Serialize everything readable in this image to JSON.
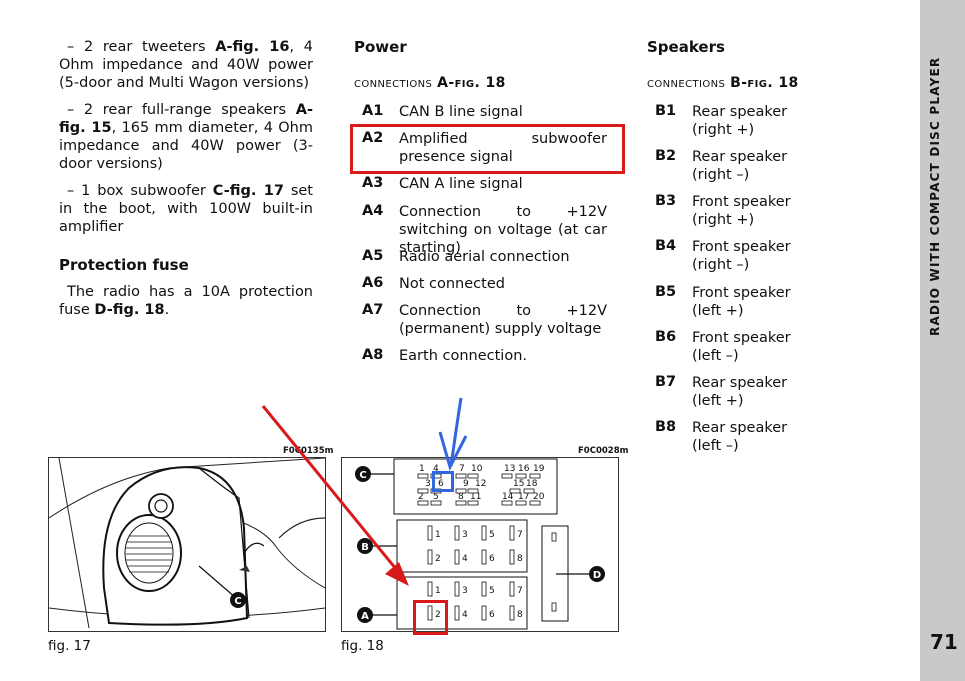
{
  "left_column": {
    "item1": {
      "prefix": "– 2 rear tweeters ",
      "ref": "A-fig. 16",
      "text": ", 4 Ohm impedance and 40W power (5-door and Multi Wagon versions)"
    },
    "item2": {
      "prefix": "– 2 rear full-range speakers ",
      "ref": "A-fig. 15",
      "text": ", 165 mm diameter, 4 Ohm impedance and 40W power (3-door versions)"
    },
    "item3": {
      "prefix": "– 1 box subwoofer ",
      "ref": "C-fig. 17",
      "text": " set in the boot, with 100W built-in amplifier"
    },
    "fuse_heading": "Protection fuse",
    "fuse": {
      "prefix": "The radio has a 10A protection fuse ",
      "ref": "D-fig. 18",
      "suffix": "."
    }
  },
  "power": {
    "heading": "Power",
    "sub_prefix": "connections ",
    "sub_ref": "A-fig. 18",
    "items": [
      {
        "key": "A1",
        "label": "CAN B line signal"
      },
      {
        "key": "A2",
        "label": "Amplified subwoofer presence signal"
      },
      {
        "key": "A3",
        "label": "CAN A line signal"
      },
      {
        "key": "A4",
        "label": "Connection to +12V switching on voltage (at car starting)"
      },
      {
        "key": "A5",
        "label": "Radio aerial connection"
      },
      {
        "key": "A6",
        "label": "Not connected"
      },
      {
        "key": "A7",
        "label": "Connection to +12V (permanent) supply voltage"
      },
      {
        "key": "A8",
        "label": "Earth connection."
      }
    ]
  },
  "speakers": {
    "heading": "Speakers",
    "sub_prefix": "connections ",
    "sub_ref": "B-fig. 18",
    "items": [
      {
        "key": "B1",
        "label": "Rear speaker (right +)"
      },
      {
        "key": "B2",
        "label": "Rear speaker (right –)"
      },
      {
        "key": "B3",
        "label": "Front speaker (right +)"
      },
      {
        "key": "B4",
        "label": "Front speaker (right –)"
      },
      {
        "key": "B5",
        "label": "Front speaker (left +)"
      },
      {
        "key": "B6",
        "label": "Front speaker (left –)"
      },
      {
        "key": "B7",
        "label": "Rear speaker (left +)"
      },
      {
        "key": "B8",
        "label": "Rear speaker (left –)"
      }
    ]
  },
  "figures": {
    "fig17": {
      "caption": "fig. 17",
      "code": "F0C0135m",
      "callout": "C"
    },
    "fig18": {
      "caption": "fig. 18",
      "code": "F0C0028m",
      "callouts": {
        "c": "C",
        "b": "B",
        "a": "A",
        "d": "D"
      },
      "c_row1": [
        "1",
        "4",
        "7",
        "10",
        "13",
        "16",
        "19"
      ],
      "c_row2": [
        "3",
        "6",
        "9",
        "12",
        "15",
        "18"
      ],
      "c_row3": [
        "2",
        "5",
        "8",
        "11",
        "14",
        "17",
        "20"
      ],
      "pins": [
        "1",
        "2",
        "3",
        "4",
        "5",
        "6",
        "7",
        "8"
      ]
    }
  },
  "sidebar": {
    "title": "RADIO WITH COMPACT DISC PLAYER",
    "page_number": "71"
  },
  "annotation_colors": {
    "red": "#d91a1a",
    "blue": "#3366dd"
  }
}
